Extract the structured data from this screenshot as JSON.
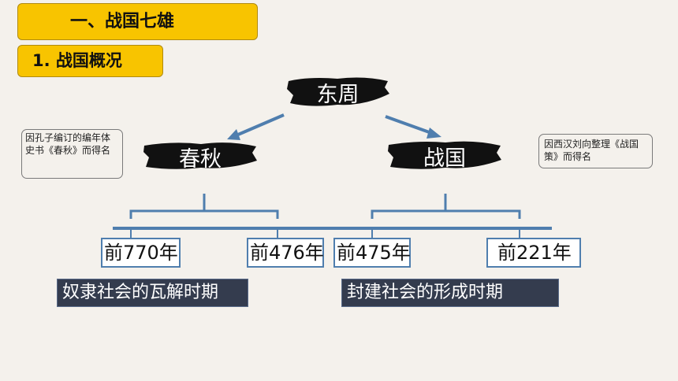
{
  "titles": {
    "main": "一、战国七雄",
    "sub": "1. 战国概况"
  },
  "diagram": {
    "root": "东周",
    "left_node": "春秋",
    "right_node": "战国",
    "left_note": "因孔子编订的编年体史书《春秋》而得名",
    "right_note": "因西汉刘向整理《战国策》而得名",
    "years": [
      "前770年",
      "前476年",
      "前475年",
      "前221年"
    ],
    "periods": [
      "奴隶社会的瓦解时期",
      "封建社会的形成时期"
    ]
  },
  "colors": {
    "title_fill": "#f8c400",
    "line": "#4f7eae",
    "period_fill": "#343c4e",
    "brush": "#111111"
  }
}
